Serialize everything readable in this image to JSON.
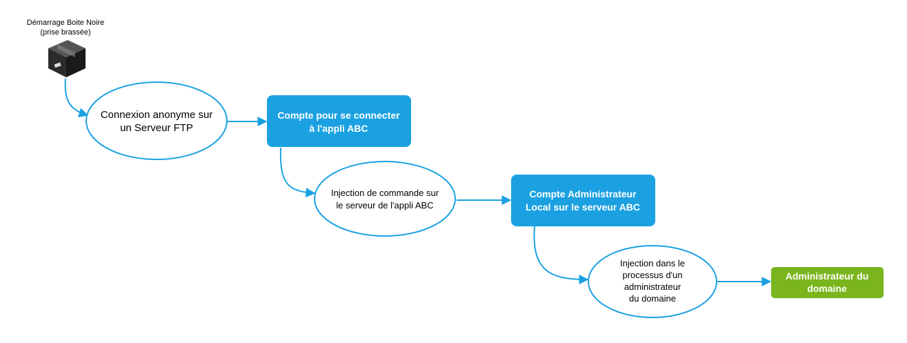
{
  "diagram": {
    "start": {
      "label_line1": "Démarrage Boite Noire",
      "label_line2": "(prise brassée)",
      "icon": "black-box-icon"
    },
    "nodes": {
      "ftp": {
        "line1": "Connexion anonyme sur",
        "line2": "un Serveur FTP"
      },
      "compte_abc": {
        "line1": "Compte pour se connecter",
        "line2": "à l'appli ABC"
      },
      "injection_cmd": {
        "line1": "Injection de commande sur",
        "line2": "le serveur de l'appli ABC"
      },
      "admin_local": {
        "line1": "Compte Administrateur",
        "line2": "Local sur le serveur ABC"
      },
      "injection_proc": {
        "line1": "Injection dans le",
        "line2": "processus d'un",
        "line3": "administrateur",
        "line4": "du domaine"
      },
      "admin_domaine": {
        "line1": "Administrateur du",
        "line2": "domaine"
      }
    },
    "colors": {
      "edge": "#1ba1e2",
      "process_box": "#1ba1e2",
      "goal_box": "#7ab51d",
      "ellipse_stroke": "#1ba1e2"
    }
  }
}
